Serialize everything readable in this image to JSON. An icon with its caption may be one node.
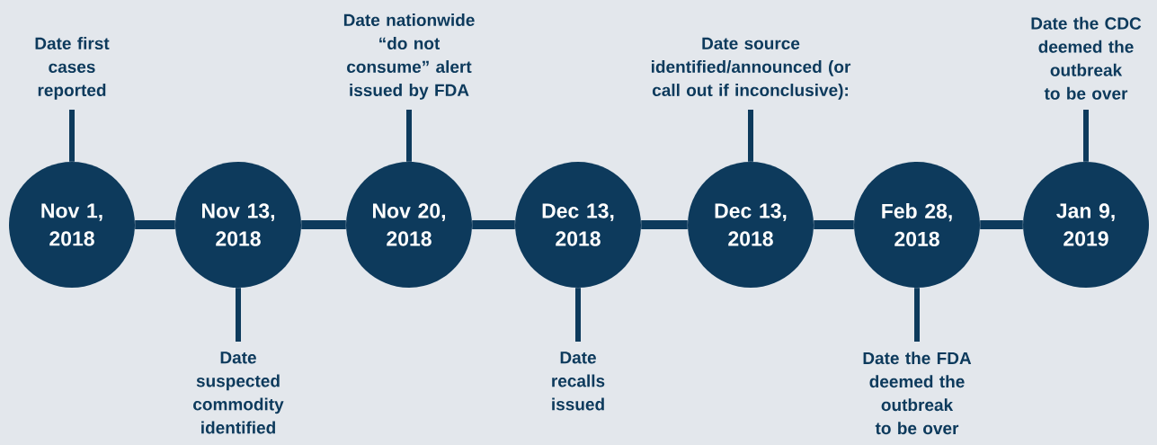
{
  "diagram": {
    "nodes": [
      {
        "text": [
          "Nov 1, 2018"
        ]
      },
      {
        "text": [
          "Nov 13, 2018"
        ]
      },
      {
        "text": [
          "Nov 20, 2018"
        ]
      },
      {
        "text": [
          "Dec 13, 2018"
        ]
      },
      {
        "text": [
          "Dec 13, 2018"
        ]
      },
      {
        "text": [
          "Feb 28, 2018"
        ]
      },
      {
        "text": [
          "Jan 9, 2019"
        ]
      },
      {
        "text": [
          "Date first cases reported"
        ]
      },
      {
        "text": [
          "Date suspected commodity identified"
        ]
      },
      {
        "text": [
          "Date nationwide “do not consume” alert issued by FDA"
        ]
      },
      {
        "text": [
          "Date recalls issued"
        ]
      },
      {
        "text": [
          "Date source identified/announced (or call out if inconclusive):"
        ]
      },
      {
        "text": [
          "Date the FDA deemed the outbreak to be over"
        ]
      },
      {
        "text": [
          "Date the CDC deemed the outbreak to be over"
        ]
      }
    ],
    "edges": [
      {
        "from": 0,
        "to": 1,
        "arrow": "none"
      },
      {
        "from": 1,
        "to": 2,
        "arrow": "none"
      },
      {
        "from": 2,
        "to": 3,
        "arrow": "none"
      },
      {
        "from": 3,
        "to": 4,
        "arrow": "none"
      },
      {
        "from": 4,
        "to": 5,
        "arrow": "none"
      },
      {
        "from": 5,
        "to": 6,
        "arrow": "none"
      },
      {
        "from": 7,
        "to": 0,
        "arrow": "none"
      },
      {
        "from": 8,
        "to": 1,
        "arrow": "none"
      },
      {
        "from": 9,
        "to": 2,
        "arrow": "none"
      },
      {
        "from": 10,
        "to": 3,
        "arrow": "none"
      },
      {
        "from": 11,
        "to": 4,
        "arrow": "none"
      },
      {
        "from": 12,
        "to": 5,
        "arrow": "none"
      },
      {
        "from": 13,
        "to": 6,
        "arrow": "none"
      }
    ]
  }
}
